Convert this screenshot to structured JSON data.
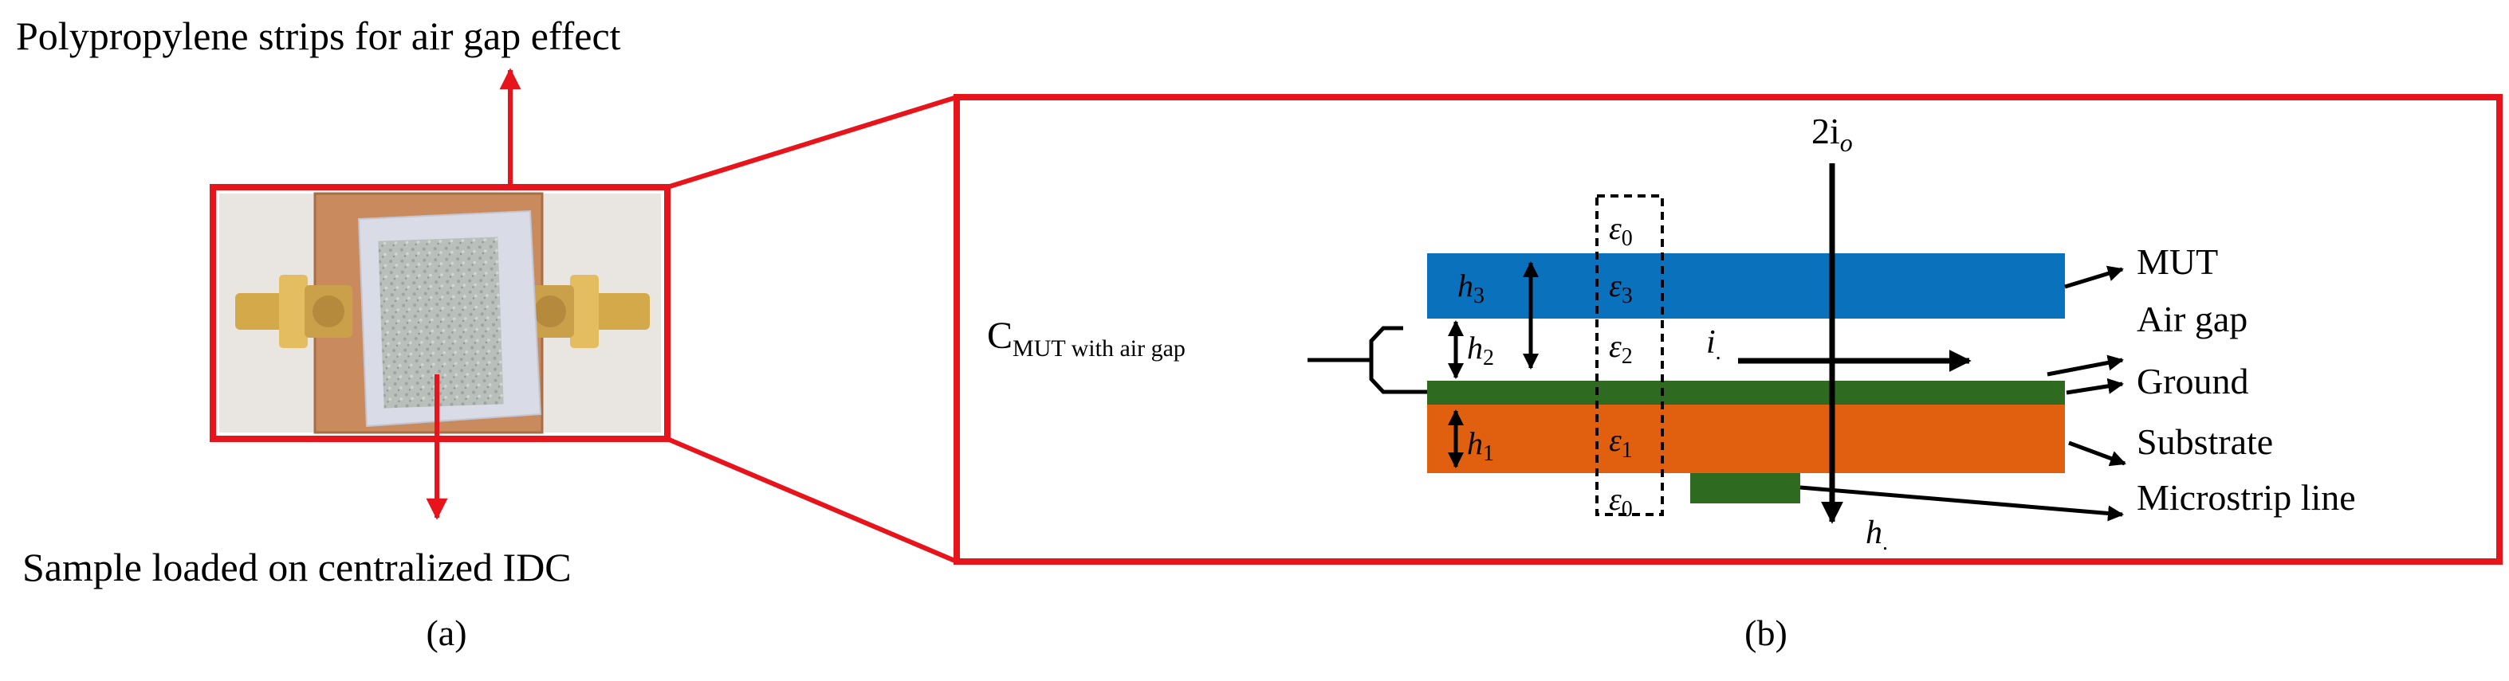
{
  "panel_a": {
    "top_label": "Polypropylene strips for air gap effect",
    "bottom_label": "Sample loaded on centralized IDC",
    "caption": "(a)",
    "colors": {
      "frame": "#e8141b",
      "board": "#c98b5e",
      "sample": "#bfc4bf",
      "connector": "#d4a94a"
    }
  },
  "panel_b": {
    "caption": "(b)",
    "current_top": {
      "base": "2i",
      "sub": "o"
    },
    "current_mid": {
      "base": "i",
      "sub": "."
    },
    "current_bottom": {
      "base": "h",
      "sub": "."
    },
    "capacitance": {
      "base": "C",
      "sub": "MUT with air gap"
    },
    "eps_top": {
      "base": "ε",
      "sub": "0"
    },
    "eps_3": {
      "base": "ε",
      "sub": "3"
    },
    "eps_2": {
      "base": "ε",
      "sub": "2"
    },
    "eps_1": {
      "base": "ε",
      "sub": "1"
    },
    "eps_bottom": {
      "base": "ε",
      "sub": "0"
    },
    "h3": {
      "base": "h",
      "sub": "3"
    },
    "h2": {
      "base": "h",
      "sub": "2"
    },
    "h1": {
      "base": "h",
      "sub": "1"
    },
    "layers": {
      "mut": "MUT",
      "air_gap": "Air gap",
      "ground": "Ground",
      "substrate": "Substrate",
      "microstrip": "Microstrip line"
    },
    "colors": {
      "frame": "#e8141b",
      "mut": "#0a72bd",
      "ground": "#2e6b21",
      "substrate": "#e06010",
      "microstrip": "#2e6b21"
    }
  }
}
